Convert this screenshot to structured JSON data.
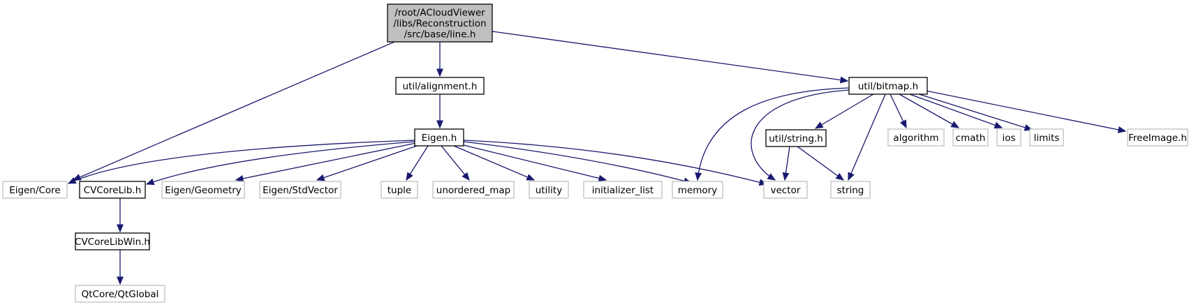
{
  "title": "line.h include dependency graph",
  "colors": {
    "edge": "#191970",
    "root_fill": "#bfbfbf",
    "root_stroke": "#000000",
    "documented_stroke": "#000000",
    "external_stroke": "#bfbfbf",
    "node_fill": "#ffffff"
  },
  "nodes": [
    {
      "id": "root",
      "kind": "root",
      "lines": [
        "/root/ACloudViewer",
        "/libs/Reconstruction",
        "/src/base/line.h"
      ]
    },
    {
      "id": "alignment",
      "kind": "documented",
      "lines": [
        "util/alignment.h"
      ]
    },
    {
      "id": "bitmap",
      "kind": "documented",
      "lines": [
        "util/bitmap.h"
      ]
    },
    {
      "id": "eigen_h",
      "kind": "documented",
      "lines": [
        "Eigen.h"
      ]
    },
    {
      "id": "string_h",
      "kind": "documented",
      "lines": [
        "util/string.h"
      ]
    },
    {
      "id": "algorithm",
      "kind": "external",
      "lines": [
        "algorithm"
      ]
    },
    {
      "id": "cmath",
      "kind": "external",
      "lines": [
        "cmath"
      ]
    },
    {
      "id": "ios",
      "kind": "external",
      "lines": [
        "ios"
      ]
    },
    {
      "id": "limits",
      "kind": "external",
      "lines": [
        "limits"
      ]
    },
    {
      "id": "freeimage",
      "kind": "external",
      "lines": [
        "FreeImage.h"
      ]
    },
    {
      "id": "eigen_core",
      "kind": "external",
      "lines": [
        "Eigen/Core"
      ]
    },
    {
      "id": "cvcorelib",
      "kind": "documented",
      "lines": [
        "CVCoreLib.h"
      ]
    },
    {
      "id": "eigen_geometry",
      "kind": "external",
      "lines": [
        "Eigen/Geometry"
      ]
    },
    {
      "id": "eigen_stdvector",
      "kind": "external",
      "lines": [
        "Eigen/StdVector"
      ]
    },
    {
      "id": "tuple",
      "kind": "external",
      "lines": [
        "tuple"
      ]
    },
    {
      "id": "unordered_map",
      "kind": "external",
      "lines": [
        "unordered_map"
      ]
    },
    {
      "id": "utility",
      "kind": "external",
      "lines": [
        "utility"
      ]
    },
    {
      "id": "initializer_list",
      "kind": "external",
      "lines": [
        "initializer_list"
      ]
    },
    {
      "id": "memory",
      "kind": "external",
      "lines": [
        "memory"
      ]
    },
    {
      "id": "vector",
      "kind": "external",
      "lines": [
        "vector"
      ]
    },
    {
      "id": "string",
      "kind": "external",
      "lines": [
        "string"
      ]
    },
    {
      "id": "cvcorelibwin",
      "kind": "documented",
      "lines": [
        "CVCoreLibWin.h"
      ]
    },
    {
      "id": "qtglobal",
      "kind": "external",
      "lines": [
        "QtCore/QtGlobal"
      ]
    }
  ],
  "edges": [
    [
      "root",
      "eigen_core"
    ],
    [
      "root",
      "alignment"
    ],
    [
      "root",
      "bitmap"
    ],
    [
      "alignment",
      "eigen_h"
    ],
    [
      "eigen_h",
      "eigen_core"
    ],
    [
      "eigen_h",
      "cvcorelib"
    ],
    [
      "eigen_h",
      "eigen_geometry"
    ],
    [
      "eigen_h",
      "eigen_stdvector"
    ],
    [
      "eigen_h",
      "tuple"
    ],
    [
      "eigen_h",
      "unordered_map"
    ],
    [
      "eigen_h",
      "utility"
    ],
    [
      "eigen_h",
      "initializer_list"
    ],
    [
      "eigen_h",
      "memory"
    ],
    [
      "eigen_h",
      "vector"
    ],
    [
      "cvcorelib",
      "cvcorelibwin"
    ],
    [
      "cvcorelibwin",
      "qtglobal"
    ],
    [
      "bitmap",
      "memory"
    ],
    [
      "bitmap",
      "vector"
    ],
    [
      "bitmap",
      "string_h"
    ],
    [
      "bitmap",
      "string"
    ],
    [
      "bitmap",
      "algorithm"
    ],
    [
      "bitmap",
      "cmath"
    ],
    [
      "bitmap",
      "ios"
    ],
    [
      "bitmap",
      "limits"
    ],
    [
      "bitmap",
      "freeimage"
    ],
    [
      "string_h",
      "vector"
    ],
    [
      "string_h",
      "string"
    ]
  ]
}
